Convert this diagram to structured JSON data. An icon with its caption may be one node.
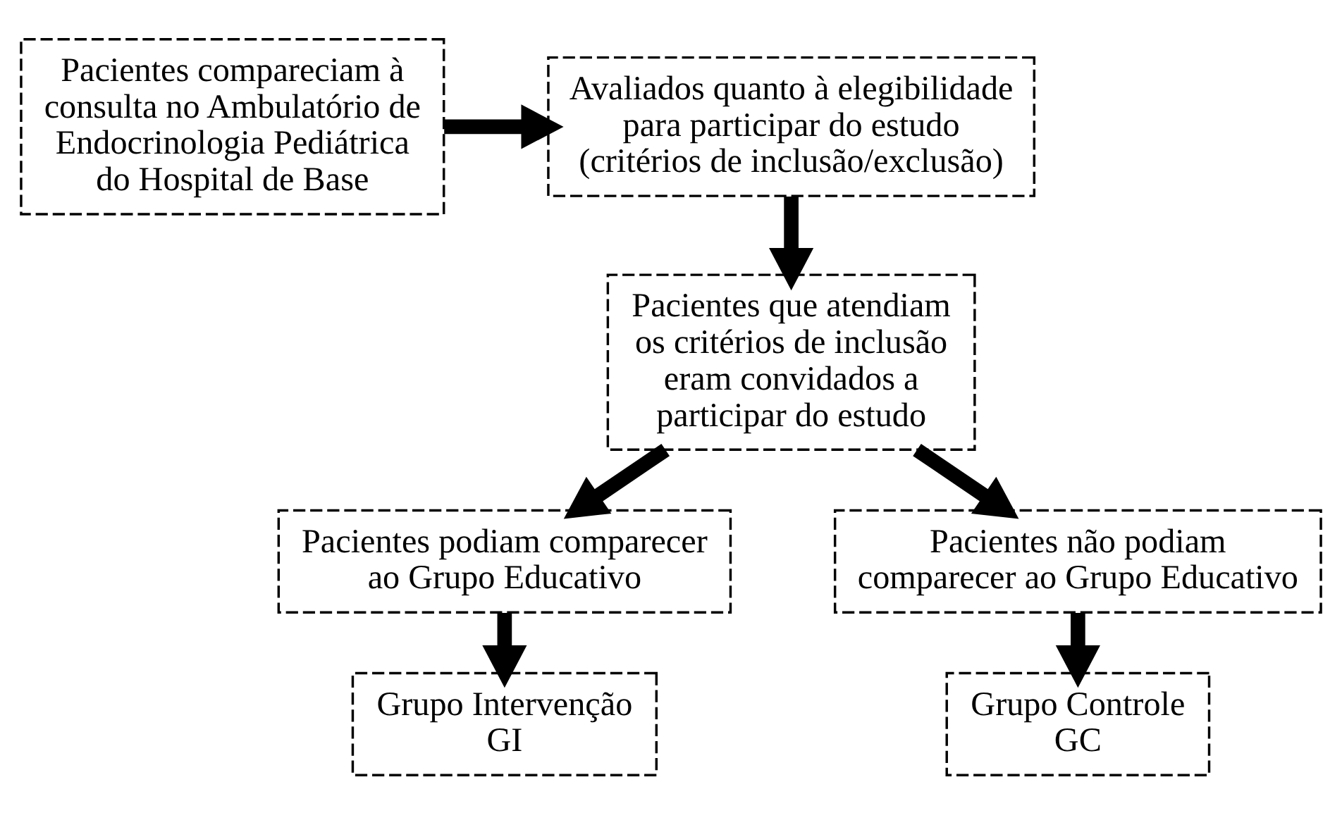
{
  "diagram": {
    "nodes": [
      {
        "text": [
          "Pacientes compareciam à consulta no Ambulatório de Endocrinologia Pediátrica do Hospital de Base"
        ]
      },
      {
        "text": [
          "Avaliados quanto à elegibilidade para participar do estudo (critérios de inclusão/exclusão)"
        ]
      },
      {
        "text": [
          "Pacientes que atendiam os critérios de inclusão eram convidados a participar do estudo"
        ]
      },
      {
        "text": [
          "Pacientes podiam comparecer ao Grupo Educativo"
        ]
      },
      {
        "text": [
          "Pacientes não podiam comparecer ao Grupo Educativo"
        ]
      },
      {
        "text": [
          "Grupo Intervenção GI"
        ]
      },
      {
        "text": [
          "Grupo Controle GC"
        ]
      }
    ],
    "edges": [
      {
        "from": 0,
        "to": 1,
        "arrow": "to"
      },
      {
        "from": 1,
        "to": 2,
        "arrow": "to"
      },
      {
        "from": 2,
        "to": 3,
        "arrow": "to"
      },
      {
        "from": 2,
        "to": 4,
        "arrow": "to"
      },
      {
        "from": 3,
        "to": 5,
        "arrow": "to"
      },
      {
        "from": 4,
        "to": 6,
        "arrow": "to"
      }
    ]
  }
}
